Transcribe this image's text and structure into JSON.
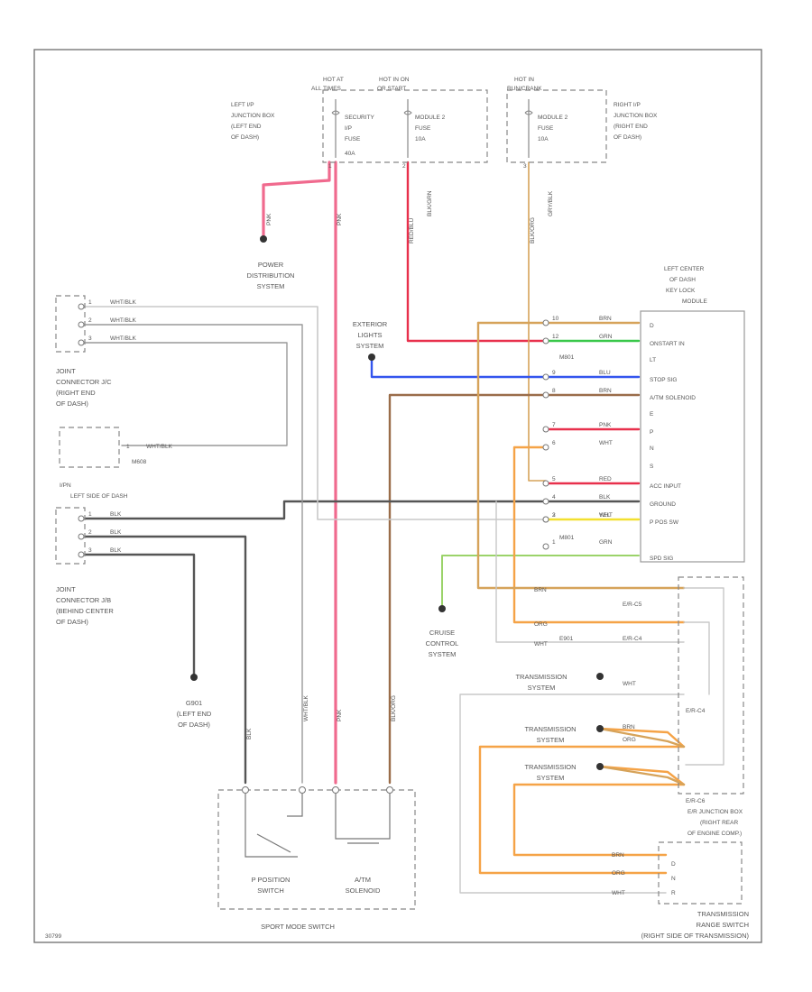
{
  "page_id": "30799",
  "title": "SPORT MODE SWITCH",
  "colors": {
    "pink": "#f06a8e",
    "red": "#e8304c",
    "green": "#39c84a",
    "blue": "#3355ee",
    "orange": "#f5a347",
    "tan": "#d6a35a",
    "brown": "#9a6d4a",
    "yellow": "#f2e030",
    "gray": "#8a8a8a",
    "lightgray": "#c8c8c8",
    "darkgray": "#555555",
    "lime": "#9bd36a"
  },
  "fuse_block_left": {
    "hot_at_1": "HOT AT",
    "hot_at_2": "ALL TIMES",
    "hot_run_1": "HOT IN ON",
    "hot_run_2": "OR START",
    "jb_label": [
      "LEFT I/P",
      "JUNCTION BOX",
      "(LEFT END",
      "OF DASH)"
    ],
    "fuse1": [
      "SECURITY",
      "I/P",
      "FUSE",
      "40A"
    ],
    "fuse2": [
      "MODULE 2",
      "FUSE",
      "10A"
    ],
    "pin1": "1",
    "pin2": "2"
  },
  "fuse_block_right": {
    "hot_1": "HOT IN",
    "hot_2": "RUN/CRANK",
    "fuse": [
      "MODULE 2",
      "FUSE",
      "10A"
    ],
    "jb_label": [
      "RIGHT I/P",
      "JUNCTION BOX",
      "(RIGHT END",
      "OF DASH)"
    ],
    "pin": "3"
  },
  "wire_labels": {
    "pnk_left": "PNK",
    "pnk_main": "PNK",
    "gry_blk": "GRY/BLK",
    "blk_org": "BLK/ORG",
    "red_blu": "RED/BLU",
    "blk_grn": "BLK/GRN",
    "wht_blk": "WHT/BLK",
    "blk": "BLK"
  },
  "power_distribution": [
    "POWER",
    "DISTRIBUTION",
    "SYSTEM"
  ],
  "exterior_lights": [
    "EXTERIOR",
    "LIGHTS",
    "SYSTEM"
  ],
  "key_lock_module": {
    "label": [
      "LEFT CENTER",
      "OF DASH",
      "KEY LOCK",
      "MODULE"
    ],
    "pins": [
      "D",
      "ONSTART IN",
      "LT",
      "STOP SIG",
      "A/TM SOLENOID",
      "E",
      "P",
      "N",
      "S",
      "ACC INPUT",
      "GROUND",
      "P POS SW",
      "SPD SIG"
    ],
    "connector": "M801"
  },
  "key_lock_wires": [
    {
      "pin": "10",
      "color_label": "BRN",
      "wire": "tan"
    },
    {
      "pin": "12",
      "color_label": "GRN",
      "wire": "green"
    },
    {
      "pin": "9",
      "color_label": "BLU",
      "wire": "blue"
    },
    {
      "pin": "8",
      "color_label": "BRN",
      "wire": "brown"
    },
    {
      "pin": "7",
      "color_label": "PNK",
      "wire": "red"
    },
    {
      "pin": "6",
      "color_label": "WHT",
      "wire": "orange"
    },
    {
      "pin": "5",
      "color_label": "RED",
      "wire": "red"
    },
    {
      "pin": "4",
      "color_label": "BLK",
      "wire": "darkgray"
    },
    {
      "pin": "2",
      "color_label": "WHT",
      "wire": "lightgray"
    },
    {
      "pin": "3",
      "color_label": "YEL",
      "wire": "yellow"
    },
    {
      "pin": "1",
      "color_label": "GRN",
      "wire": "lime"
    }
  ],
  "joint_jc": {
    "label": [
      "JOINT",
      "CONNECTOR J/C",
      "(RIGHT END",
      "OF DASH)"
    ],
    "pins": [
      "1",
      "2",
      "3"
    ],
    "wires": [
      "WHT/BLK",
      "WHT/BLK",
      "WHT/BLK"
    ]
  },
  "m608": {
    "pin": "1",
    "wire": "WHT/BLK",
    "connector": "M608"
  },
  "joint_jb": {
    "top": "I/PN",
    "side": "LEFT SIDE OF DASH",
    "label": [
      "JOINT",
      "CONNECTOR J/B",
      "(BEHIND CENTER",
      "OF DASH)"
    ],
    "pins": [
      "1",
      "2",
      "3"
    ],
    "wires": [
      "BLK",
      "BLK",
      "BLK"
    ]
  },
  "ground": [
    "G901",
    "(LEFT END",
    "OF DASH)"
  ],
  "cruise_control": [
    "CRUISE",
    "CONTROL",
    "SYSTEM"
  ],
  "sport_mode_switch": {
    "title": "SPORT MODE SWITCH",
    "p_position": [
      "P POSITION",
      "SWITCH"
    ],
    "atm": [
      "A/TM",
      "SOLENOID"
    ],
    "wires": [
      "BLK",
      "WHT/BLK",
      "PNK",
      "BLK/ORG"
    ]
  },
  "er_junction": {
    "label": [
      "E/R JUNCTION BOX",
      "(RIGHT REAR",
      "OF ENGINE COMP.)"
    ],
    "connectors": [
      "E/R-C5",
      "E/R-C4",
      "E/R-C4",
      "E/R-C6"
    ],
    "wires": [
      "BRN",
      "ORG",
      "WHT",
      "WHT",
      "ORG",
      "BRN"
    ]
  },
  "transmission_systems": [
    [
      "TRANSMISSION",
      "SYSTEM"
    ],
    [
      "TRANSMISSION",
      "SYSTEM"
    ],
    [
      "TRANSMISSION",
      "SYSTEM"
    ]
  ],
  "transmission_switch": {
    "label": [
      "TRANSMISSION",
      "RANGE SWITCH",
      "(RIGHT SIDE OF TRANSMISSION)"
    ],
    "pins": [
      "D",
      "N",
      "R"
    ],
    "wires": [
      "BRN",
      "ORG",
      "WHT"
    ]
  },
  "e901": "E901"
}
